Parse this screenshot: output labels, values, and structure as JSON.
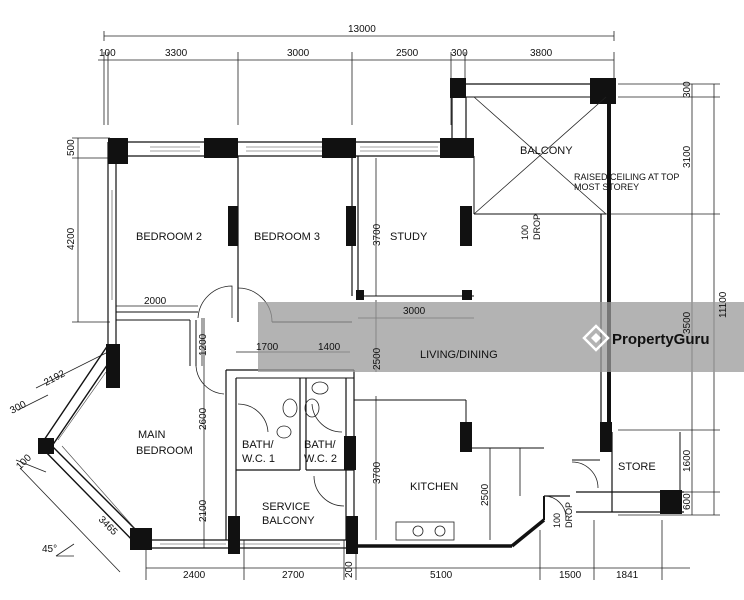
{
  "dimensions": {
    "overall_width": "13000",
    "top": [
      "100",
      "3300",
      "3000",
      "2500",
      "300",
      "3800"
    ],
    "bottom": [
      "2400",
      "2700",
      "200",
      "5100",
      "1500",
      "1841"
    ],
    "right_total": "11100",
    "right": [
      "300",
      "3100",
      "3500",
      "1600",
      "600"
    ],
    "left_top": "500",
    "left_bedroom2": "4200",
    "diag_upper": "2192",
    "diag_300": "300",
    "diag_100": "100",
    "diag_lower": "3465",
    "bedroom2_width": "2000",
    "study_width": "3000",
    "study_height": "3700",
    "corridor_1200": "1200",
    "corridor_1700": "1700",
    "corridor_1400": "1400",
    "corridor_2500": "2500",
    "main_2600": "2600",
    "main_2100": "2100",
    "kitchen_3700": "3700",
    "kitchen_2500": "2500",
    "balcony_drop": "100",
    "store_drop": "100"
  },
  "labels": {
    "bedroom2": "BEDROOM 2",
    "bedroom3": "BEDROOM 3",
    "study": "STUDY",
    "balcony": "BALCONY",
    "raised_ceiling_1": "RAISED CEILING AT TOP",
    "raised_ceiling_2": "MOST STOREY",
    "drop": "DROP",
    "living_dining": "LIVING/DINING",
    "main_bedroom_1": "MAIN",
    "main_bedroom_2": "BEDROOM",
    "bath1_1": "BATH/",
    "bath1_2": "W.C. 1",
    "bath2_1": "BATH/",
    "bath2_2": "W.C. 2",
    "kitchen": "KITCHEN",
    "service_balcony_1": "SERVICE",
    "service_balcony_2": "BALCONY",
    "store": "STORE",
    "angle": "45°"
  },
  "watermark": {
    "text": "PropertyGuru"
  },
  "colors": {
    "wall": "#111111",
    "watermark_band": "#9a9a9a",
    "watermark_text": "#ffffff"
  }
}
